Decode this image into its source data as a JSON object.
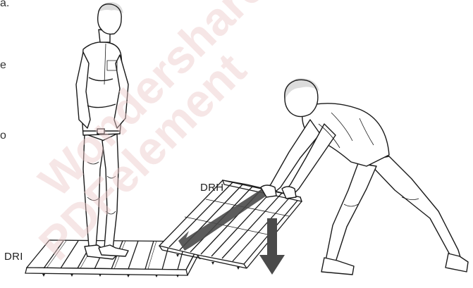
{
  "labels": {
    "dri": "DRI",
    "drh": "DRH"
  },
  "edge_fragments": {
    "top_left": "a.",
    "mid_left_1": "e",
    "mid_left_2": "o"
  },
  "watermark": {
    "line1": "Wondershare",
    "line2": "PDFelement"
  },
  "colors": {
    "line": "#1a1a1a",
    "arrow": "#4a4a4a",
    "watermark": "#ebc8c8"
  }
}
